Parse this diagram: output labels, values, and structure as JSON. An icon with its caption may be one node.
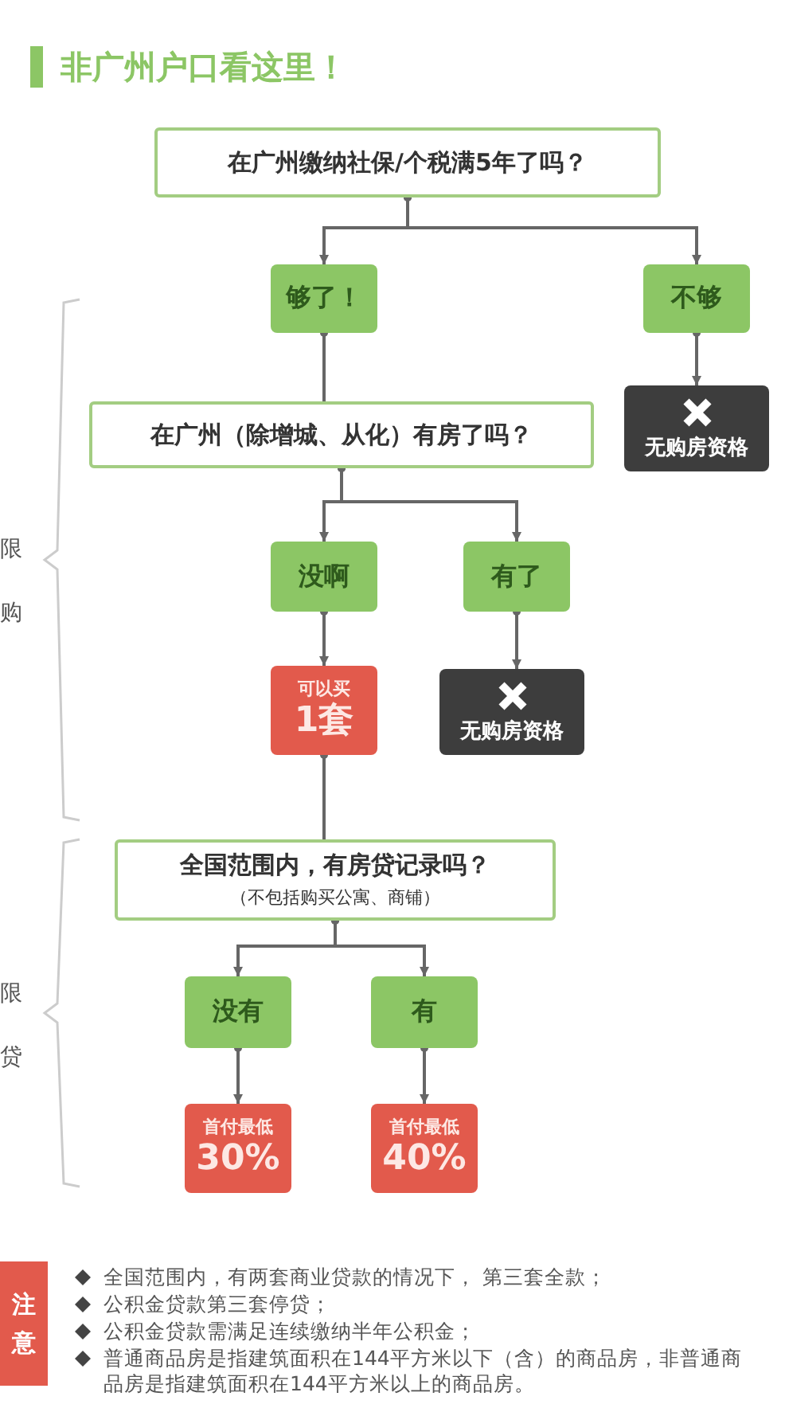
{
  "diagram": {
    "title": "非广州户口看这里！",
    "nodes": [
      {
        "text": [
          "在广州缴纳社保/个税满5年了吗？"
        ]
      },
      {
        "text": [
          "够了！"
        ]
      },
      {
        "text": [
          "不够"
        ]
      },
      {
        "text": [
          "无购房资格"
        ]
      },
      {
        "text": [
          "在广州（除增城、从化）有房了吗？"
        ]
      },
      {
        "text": [
          "没啊"
        ]
      },
      {
        "text": [
          "有了"
        ]
      },
      {
        "text": [
          "可以买",
          "1套"
        ]
      },
      {
        "text": [
          "无购房资格"
        ]
      },
      {
        "text": [
          "全国范围内，有房贷记录吗？",
          "（不包括购买公寓、商铺）"
        ]
      },
      {
        "text": [
          "没有"
        ]
      },
      {
        "text": [
          "有"
        ]
      },
      {
        "text": [
          "首付最低",
          "30%"
        ]
      },
      {
        "text": [
          "首付最低",
          "40%"
        ]
      },
      {
        "text": [
          "注意"
        ]
      }
    ],
    "edges": [
      {
        "from": 0,
        "to": 1,
        "arrow": "to"
      },
      {
        "from": 0,
        "to": 2,
        "arrow": "to"
      },
      {
        "from": 2,
        "to": 3,
        "arrow": "to"
      },
      {
        "from": 1,
        "to": 4,
        "arrow": "other"
      },
      {
        "from": 4,
        "to": 5,
        "arrow": "to"
      },
      {
        "from": 4,
        "to": 6,
        "arrow": "to"
      },
      {
        "from": 5,
        "to": 7,
        "arrow": "to"
      },
      {
        "from": 6,
        "to": 8,
        "arrow": "to"
      },
      {
        "from": 7,
        "to": 9,
        "arrow": "other"
      },
      {
        "from": 9,
        "to": 10,
        "arrow": "to"
      },
      {
        "from": 9,
        "to": 11,
        "arrow": "to"
      },
      {
        "from": 10,
        "to": 12,
        "arrow": "to"
      },
      {
        "from": 11,
        "to": 13,
        "arrow": "to"
      }
    ],
    "labels": [
      "限购",
      "限贷",
      "全国范围内，有两套商业贷款的情况下， 第三套全款；",
      "公积金贷款第三套停贷；",
      "公积金贷款需满足连续缴纳半年公积金；",
      "普通商品房是指建筑面积在144平方米以下（含）的商品房，非普通商品房是指建筑面积在144平方米以上的商品房。"
    ]
  }
}
